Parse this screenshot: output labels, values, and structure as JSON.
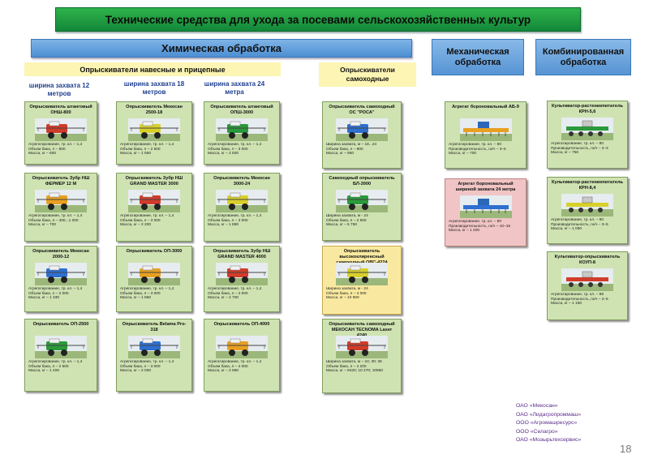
{
  "title": "Технические средства для ухода за посевами сельскохозяйственных культур",
  "sections": {
    "chemical": "Химическая обработка",
    "mechanical": "Механическая обработка",
    "combined": "Комбинированная обработка",
    "mounted": "Опрыскиватели навесные и прицепные",
    "self_propelled": "Опрыскиватели самоходные"
  },
  "width_labels": {
    "w12": "ширина захвата 12 метров",
    "w18": "ширина захвата 18 метров",
    "w24": "ширина захвата 24 метра"
  },
  "columns": {
    "col12": [
      {
        "name": "Опрыскиватель штанговый ОНШ-800",
        "specs": [
          "Агрегатирование, тр. кл. – 1,4",
          "Объем бака, л – 800",
          "Масса, кг – 600"
        ]
      },
      {
        "name": "Опрыскиватель Зубр НШ ФЕРМЕР 12 М",
        "specs": [
          "Агрегатирование, тр. кл. – 1,4",
          "Объем бака, л – 400...1 000",
          "Масса, кг – 700"
        ]
      },
      {
        "name": "Опрыскиватель Мекосан 2000-12",
        "specs": [
          "Агрегатирование, тр. кл. – 1,4",
          "Объем бака, л – 2 000",
          "Масса, кг – 1 330"
        ]
      },
      {
        "name": "Опрыскиватель ОП-2500",
        "specs": [
          "Агрегатирование, тр. кл. – 1,4",
          "Объем бака, л – 2 500",
          "Масса, кг – 1 400"
        ]
      }
    ],
    "col18": [
      {
        "name": "Опрыскиватель Мекосан 2500-18",
        "specs": [
          "Агрегатирование, тр. кл. – 1,4",
          "Объем бака, л – 2 500",
          "Масса, кг – 1 660"
        ]
      },
      {
        "name": "Опрыскиватель Зубр НШ GRAND MASTER 3000",
        "specs": [
          "Агрегатирование, тр. кл. – 1,4",
          "Объем бака, л – 3 000",
          "Масса, кг – 2 200"
        ]
      },
      {
        "name": "Опрыскиватель ОП-3000",
        "specs": [
          "Агрегатирование, тр. кл. – 1,4",
          "Объем бака, л – 3 000",
          "Масса, кг – 1 850"
        ]
      },
      {
        "name": "Опрыскиватель Belama Pro-318",
        "specs": [
          "Агрегатирование, тр. кл. – 1,4",
          "Объем бака, л – 3 000",
          "Масса, кг – 2 000"
        ]
      }
    ],
    "col24": [
      {
        "name": "Опрыскиватель штанговый ОПШ-3000",
        "specs": [
          "Агрегатирование, тр. кл. – 1,4",
          "Объем бака, л – 3 000",
          "Масса, кг – 2 500"
        ]
      },
      {
        "name": "Опрыскиватель Мекосан 3000-24",
        "specs": [
          "Агрегатирование, тр. кл. – 1,4",
          "Объем бака, л – 3 000",
          "Масса, кг – 1 890"
        ]
      },
      {
        "name": "Опрыскиватель Зубр НШ GRAND MASTER 4000",
        "specs": [
          "Агрегатирование, тр. кл. – 1,4",
          "Объем бака, л – 4 000",
          "Масса, кг – 2 700"
        ]
      },
      {
        "name": "Опрыскиватель ОП-4000",
        "specs": [
          "Агрегатирование, тр. кл. – 1,4",
          "Объем бака, л – 4 000",
          "Масса, кг – 2 680"
        ]
      }
    ],
    "self": [
      {
        "name": "Опрыскиватель самоходный ОС \"РОСА\"",
        "specs": [
          "Ширина захвата, м – 18...24",
          "Объем бака, л – 800",
          "Масса, кг – 950"
        ]
      },
      {
        "name": "Самоходный опрыскиватель БЛ-3000",
        "specs": [
          "Ширина захвата, м - 24",
          "Объем бака, л – 2 500",
          "Масса, кг – 5 750"
        ]
      },
      {
        "name": "Опрыскиватель высококлиренсный самоходный ОВС-4224",
        "specs": [
          "Ширина захвата, м - 24",
          "Объем бака, л – 4 000",
          "Масса, кг – 10 500"
        ]
      },
      {
        "name": "Опрыскиватель самоходный МЕКОСАН TECNOMA Laser 4240",
        "specs": [
          "Ширина захвата, м – 24; 30; 36",
          "Объем бака, л – 4 200",
          "Масса, кг – 9420; 10 270; 10950"
        ]
      }
    ],
    "mech": [
      {
        "name": "Агрегат бороновальный АБ-9",
        "specs": [
          "Агрегатирование, тр. кл. – 80",
          "Производительность, га/ч – 3–5",
          "Масса, кг – 700"
        ]
      },
      {
        "name": "Агрегат бороновальный шириной захвата 24 метра",
        "specs": [
          "Агрегатирование, тр. кл. – 80",
          "Производительность, га/ч – 10–15",
          "Масса, кг – 1 200"
        ]
      }
    ],
    "comb": [
      {
        "name": "Культиватор-растениепитатель КРН-5,6",
        "specs": [
          "Агрегатирование, тр. кл. – 80",
          "Производительность, га/ч – 2–3",
          "Масса, кг – 750"
        ]
      },
      {
        "name": "Культиватор-растениепитатель КРН-8,4",
        "specs": [
          "Агрегатирование, тр. кл. – 80",
          "Производительность, га/ч – 3–5",
          "Масса, кг – 1 050"
        ]
      },
      {
        "name": "Культиватор-опрыскиватель КОУП-8",
        "specs": [
          "Агрегатирование, тр. кл. – 89",
          "Производительность, га/ч – 2–5",
          "Масса, кг – 1 150"
        ]
      }
    ]
  },
  "companies": [
    "ОАО «Мекосан»",
    "ОАО «Лидагропроммаш»",
    "ООО «Агромашресурс»",
    "ООО «Селагро»",
    "ОАО «Мозырьтехсервис»"
  ],
  "page_number": "18",
  "colors": {
    "card_green": "#cfe3b2",
    "card_yellow": "#f9e9a0",
    "card_pink": "#f1c5c5",
    "title_green": "#1c9a3e",
    "section_blue": "#5b9bd8",
    "company_purple": "#5a2d8a"
  }
}
